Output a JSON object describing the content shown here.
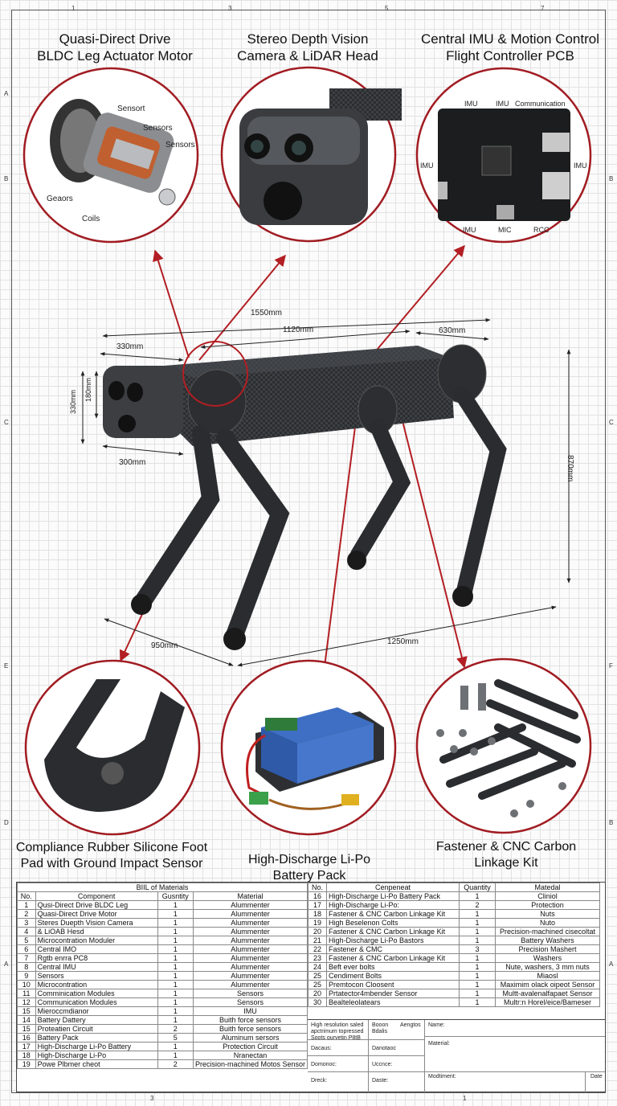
{
  "titles": {
    "motor": "Quasi-Direct Drive\nBLDC Leg Actuator Motor",
    "camera": "Stereo Depth Vision\nCamera & LiDAR Head",
    "imu": "Central IMU & Motion Control\nFlight Controller PCB"
  },
  "captions": {
    "foot": "Compliance Rubber Silicone Foot\nPad with Ground Impact Sensor",
    "battery": "High-Discharge Li-Po\nBattery Pack",
    "fastener": "Fastener & CNC Carbon\nLinkage Kit"
  },
  "motor_labels": [
    "Sensort",
    "Sensors",
    "Sensors",
    "Geaors",
    "Coils"
  ],
  "pcb_labels": [
    "IMU",
    "IMU",
    "Communication",
    "IMU",
    "IMU",
    "IMU",
    "MIC",
    "RCC"
  ],
  "dimensions": [
    "1550mm",
    "1120mm",
    "630mm",
    "330mm",
    "180mm",
    "330mm",
    "300mm",
    "870mm",
    "950mm",
    "1250mm"
  ],
  "zones": {
    "top": [
      "1",
      "3",
      "5",
      "7"
    ],
    "left": [
      "A",
      "B",
      "C",
      "E",
      "D",
      "A"
    ],
    "right": [
      "B",
      "C",
      "F",
      "B",
      "A"
    ],
    "bottom": [
      "3",
      "1"
    ]
  },
  "bom": {
    "title": "BIIL of Materials",
    "headers": [
      "No.",
      "Component",
      "Gusntity",
      "Material"
    ],
    "rows": [
      [
        "1",
        "Qusi-Direct Drive BLDC Leg",
        "1",
        "Alummenter"
      ],
      [
        "2",
        "Quasi-Direct Drive Motor",
        "1",
        "Alummenter"
      ],
      [
        "3",
        "Steres Duepth Vision Camera",
        "1",
        "Alummenter"
      ],
      [
        "4",
        "& LiOAB Hesd",
        "1",
        "Alummenter"
      ],
      [
        "5",
        "Microcontration Moduler",
        "1",
        "Alummenter"
      ],
      [
        "6",
        "Central IMO",
        "1",
        "Alummenter"
      ],
      [
        "7",
        "Rgtb enrra PC8",
        "1",
        "Alummenter"
      ],
      [
        "8",
        "Central IMU",
        "1",
        "Alummenter"
      ],
      [
        "9",
        "Sensors",
        "1",
        "Alummenter"
      ],
      [
        "10",
        "Microcontration",
        "1",
        "Alummenter"
      ],
      [
        "11",
        "Comminication Modules",
        "1",
        "Sensors"
      ],
      [
        "12",
        "Communication Modules",
        "1",
        "Sensors"
      ],
      [
        "15",
        "Mieroccmdianor",
        "1",
        "IMU"
      ],
      [
        "14",
        "Battery Dattery",
        "1",
        "Buith force sensors"
      ],
      [
        "15",
        "Proteatien Circuit",
        "2",
        "Buith ferce sensors"
      ],
      [
        "16",
        "Battery Pack",
        "5",
        "Aluminum sersors"
      ],
      [
        "17",
        "High-Discharge Li-Po Battery",
        "1",
        "Protection Circuit"
      ],
      [
        "18",
        "High-Discharge Li-Po",
        "1",
        "Nranectan"
      ],
      [
        "19",
        "Powe Plbmer cheot",
        "2",
        "Precision-machined Motos Sensor"
      ]
    ],
    "headers2": [
      "No.",
      "Cenpeneat",
      "Quantity",
      "Matedal"
    ],
    "rows2": [
      [
        "16",
        "High-Discharge Li-Po Battery Pack",
        "1",
        "Cliniol"
      ],
      [
        "17",
        "High-Discharge Li-Po:",
        "2",
        "Protection"
      ],
      [
        "18",
        "Fastener & CNC Carbon Linkage Kit",
        "1",
        "Nuts"
      ],
      [
        "19",
        "High Beselenon Colts",
        "1",
        "Nuto"
      ],
      [
        "20",
        "Fastener & CNC Carbon Linkage Kit",
        "1",
        "Precision-machined cisecoltat"
      ],
      [
        "21",
        "High-Discharge Li-Po Bastors",
        "1",
        "Battery Washers"
      ],
      [
        "22",
        "Fastener & CMC",
        "3",
        "Precision Mashert"
      ],
      [
        "23",
        "Fastener & CNC Carbon Linkage Kit",
        "1",
        "Washers"
      ],
      [
        "24",
        "Beft ever bolts",
        "1",
        "Nute, washers, 3 mm nuts"
      ],
      [
        "25",
        "Cendiment Bolts",
        "1",
        "Miaosl"
      ],
      [
        "25",
        "Premtocon Cloosent",
        "1",
        "Maximim olack oipeot Sensor"
      ],
      [
        "20",
        "Prtatector4mbender Sensor",
        "1",
        "Multt-avalenalfapaet Sensor"
      ],
      [
        "30",
        "Bealteleolatears",
        "1",
        "Multr:n Horel/eice/Bameser"
      ]
    ],
    "title_block": {
      "notes": "High resolution saled\napctrimum topressed\nSoots ourvetin P8tB",
      "c1": "Booon\nBdalis",
      "c2": "Aengtos",
      "name": "Name:",
      "material": "Material:",
      "r1a": "Dacaus:",
      "r1b": "Danotaoc",
      "r2a": "Domonoc:",
      "r2b": "Uccnce:",
      "r3a": "Dreck:",
      "r3b": "Daste:",
      "modified": "Modtiment:",
      "date": "Date"
    }
  }
}
